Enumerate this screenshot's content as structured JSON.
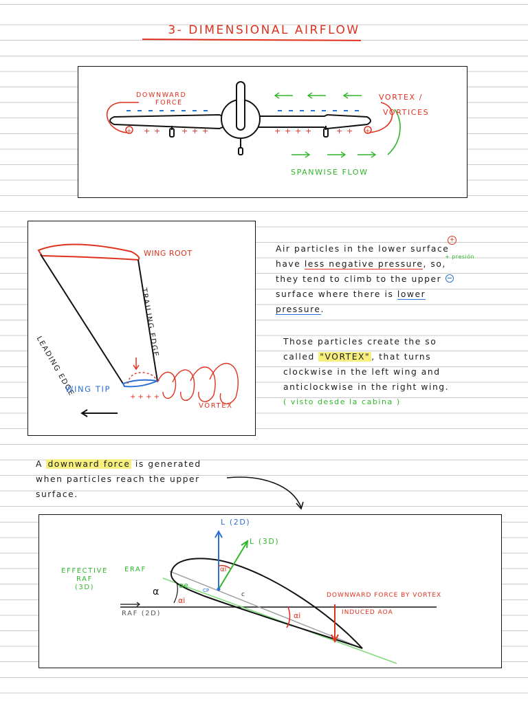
{
  "title": "3- DIMENSIONAL   AIRFLOW",
  "diagram1": {
    "downward_force": "DOWNWARD\nFORCE",
    "downward_force_l1": "DOWNWARD",
    "downward_force_l2": "FORCE",
    "vortex_1": "VORTEX /",
    "vortex_2": "VORTICES",
    "spanwise_flow": "SPANWISE   FLOW"
  },
  "diagram2": {
    "wing_root": "WING ROOT",
    "leading_edge": "LEADING  EDGE",
    "trailing_edge": "TRAILING  EDGE",
    "wing_tip": "WING TIP",
    "vortex": "VORTEX"
  },
  "notes": {
    "p1_l1": "Air  particles   in   the   lower  surface",
    "p1_l2_a": "have",
    "p1_l2_b": "less  negative  pressure",
    "p1_l2_c": ",  so,",
    "p1_annot": "+ presión",
    "p1_l3": "they   tend   to   climb   to  the   upper",
    "p1_l4_a": "surface     where     there    is",
    "p1_l4_b": "lower",
    "p1_l5": "pressure",
    "p2_l1": "Those   particles   create   the   so",
    "p2_l2_a": "called",
    "p2_l2_b": "\"VORTEX\"",
    "p2_l2_c": ",  that  turns",
    "p2_l3": "clockwise   in  the  left  wing  and",
    "p2_l4": "anticlockwise    in    the   right  wing.",
    "p2_l5": "( visto  desde   la   cabina )"
  },
  "bottom_note": {
    "l1_a": "A",
    "l1_b": "downward  force",
    "l1_c": "is   generated",
    "l2": "when   particles   reach   the   upper",
    "l3": "surface."
  },
  "diagram3": {
    "l2d": "L (2D)",
    "l3d": "L (3D)",
    "effective_raf": "EFFECTIVE\nRAF\n(3D)",
    "eraf": "ERAF",
    "raf2d": "RAF (2D)",
    "cp": "CP",
    "c": "c",
    "downward_force_vortex": "DOWNWARD FORCE BY VORTEX",
    "induced_aoa": "INDUCED AOA",
    "alpha": "α",
    "alpha_e": "αe",
    "alpha_i": "αi"
  },
  "colors": {
    "red": "#e0301e",
    "blue": "#2a6fd6",
    "green": "#2fb62a",
    "ink": "#1a1a1a",
    "highlight": "#f6ef7e"
  }
}
